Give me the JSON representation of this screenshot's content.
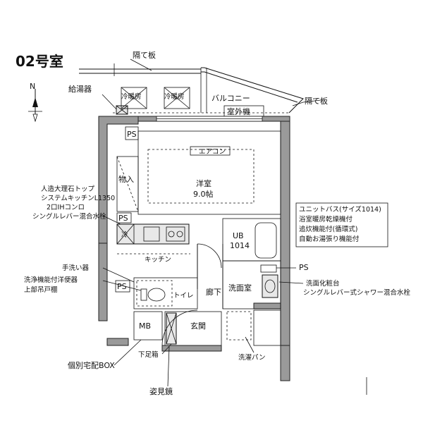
{
  "title": "02号室",
  "compass": "N",
  "labels": {
    "partition_top": "隔て板",
    "partition_right": "隔て板",
    "water_heater": "給湯器",
    "ac_outlet1": "冷暖房",
    "ac_outlet2": "冷暖房",
    "balcony": "バルコニー",
    "outdoor_unit": "室外機",
    "ps_top": "PS",
    "aircon": "エアコン",
    "storage": "物入",
    "western_room": "洋室",
    "room_size": "9.0帖",
    "counter_spec_1": "人造大理石トップ",
    "counter_spec_2": "システムキッチンL1350",
    "counter_spec_3": "2口IHコンロ",
    "counter_spec_4": "シングルレバー混合水栓",
    "ps_mid": "PS",
    "fridge": "冷",
    "unit_bath_spec_1": "ユニットバス(サイズ1014)",
    "unit_bath_spec_2": "浴室暖房乾燥機付",
    "unit_bath_spec_3": "追炊機能付(循環式)",
    "unit_bath_spec_4": "自動お湯張り機能付",
    "ub": "UB",
    "ub_size": "1014",
    "kitchen": "キッチン",
    "hand_wash": "手洗い器",
    "toilet_spec_1": "洗浄機能付洋便器",
    "toilet_spec_2": "上部吊戸棚",
    "ps_low": "PS",
    "toilet": "トイレ",
    "hallway": "廊下",
    "washroom": "洗面室",
    "ps_right": "PS",
    "vanity_1": "洗面化粧台",
    "vanity_2": "シングルレバー式シャワー混合水栓",
    "mb": "MB",
    "entrance": "玄関",
    "shoe_box": "下足箱",
    "delivery_box": "個別宅配BOX",
    "mirror": "姿見鏡",
    "washer": "洗濯パン"
  }
}
